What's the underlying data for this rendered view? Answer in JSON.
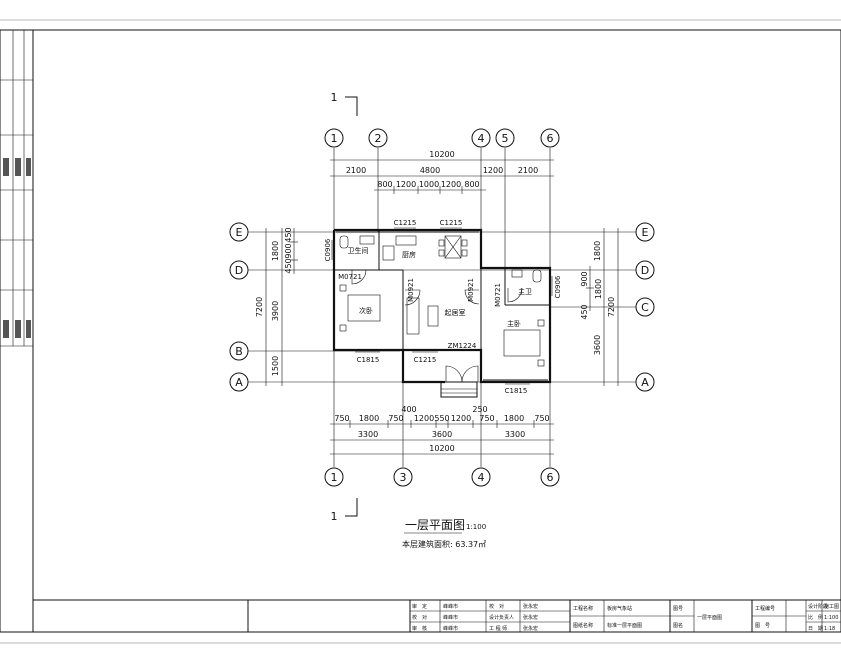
{
  "grid_top": [
    "1",
    "2",
    "4",
    "5",
    "6"
  ],
  "grid_bottom": [
    "1",
    "3",
    "4",
    "6"
  ],
  "grid_left": [
    "E",
    "D",
    "B",
    "A"
  ],
  "grid_right": [
    "E",
    "D",
    "C",
    "A"
  ],
  "section_mark": "1",
  "dims_top": {
    "total": "10200",
    "row1": [
      "2100",
      "4800",
      "1200",
      "2100"
    ],
    "row2": [
      "800",
      "1200",
      "1000",
      "1200",
      "800"
    ]
  },
  "dims_bottom": {
    "row1": [
      "750",
      "1800",
      "750",
      "1200",
      "550",
      "1200",
      "750",
      "1800",
      "750"
    ],
    "small_left": "400",
    "small_right": "250",
    "row2": [
      "3300",
      "3600",
      "3300"
    ],
    "total": "10200"
  },
  "dims_left": {
    "total": "7200",
    "row1": [
      "1800",
      "3900",
      "1500"
    ],
    "row2": [
      "450",
      "900",
      "450"
    ]
  },
  "dims_right": {
    "total": "7200",
    "row1": [
      "1800",
      "3600"
    ],
    "row2": [
      "900",
      "1800",
      "450"
    ]
  },
  "rooms": {
    "bathroom_left": "卫生间",
    "kitchen": "厨房",
    "bedroom_left": "次卧",
    "living": "起居室",
    "bathroom_right": "主卫",
    "bedroom_right": "主卧"
  },
  "openings": {
    "c1215_a": "C1215",
    "c1215_b": "C1215",
    "c1215_c": "C1215",
    "c0906_left": "C0906",
    "c0906_right": "C0906",
    "m0721_left": "M0721",
    "m0721_right": "M0721",
    "m0921_left": "M0921",
    "m0921_right": "M0921",
    "zm1224": "ZM1224",
    "c1815_left": "C1815",
    "c1815_right": "C1815"
  },
  "drawing_title": "一层平面图",
  "drawing_scale": "1:100",
  "area_note": "本层建筑面积: 63.37㎡",
  "title_block": {
    "c1": [
      "审　定",
      "校　对",
      "审　核"
    ],
    "c2": [
      "峰峰市",
      "峰峰市",
      "峰峰市"
    ],
    "c3": [
      "校　对",
      "设计负责人",
      "工 程 师"
    ],
    "c4": [
      "张永宏",
      "张永宏",
      "张永宏"
    ],
    "c5": [
      "工程名称",
      "图纸名称"
    ],
    "c6": [
      "板房气象站",
      "标准一层平面图"
    ],
    "c7": [
      "图号",
      "图名"
    ],
    "c8": "一层平面图",
    "c9": [
      "工程编号",
      "图　号"
    ],
    "c10": [
      "设计阶段",
      "比　例",
      "日　期"
    ],
    "c11": [
      "施工图",
      "1:100",
      "1:18"
    ]
  }
}
